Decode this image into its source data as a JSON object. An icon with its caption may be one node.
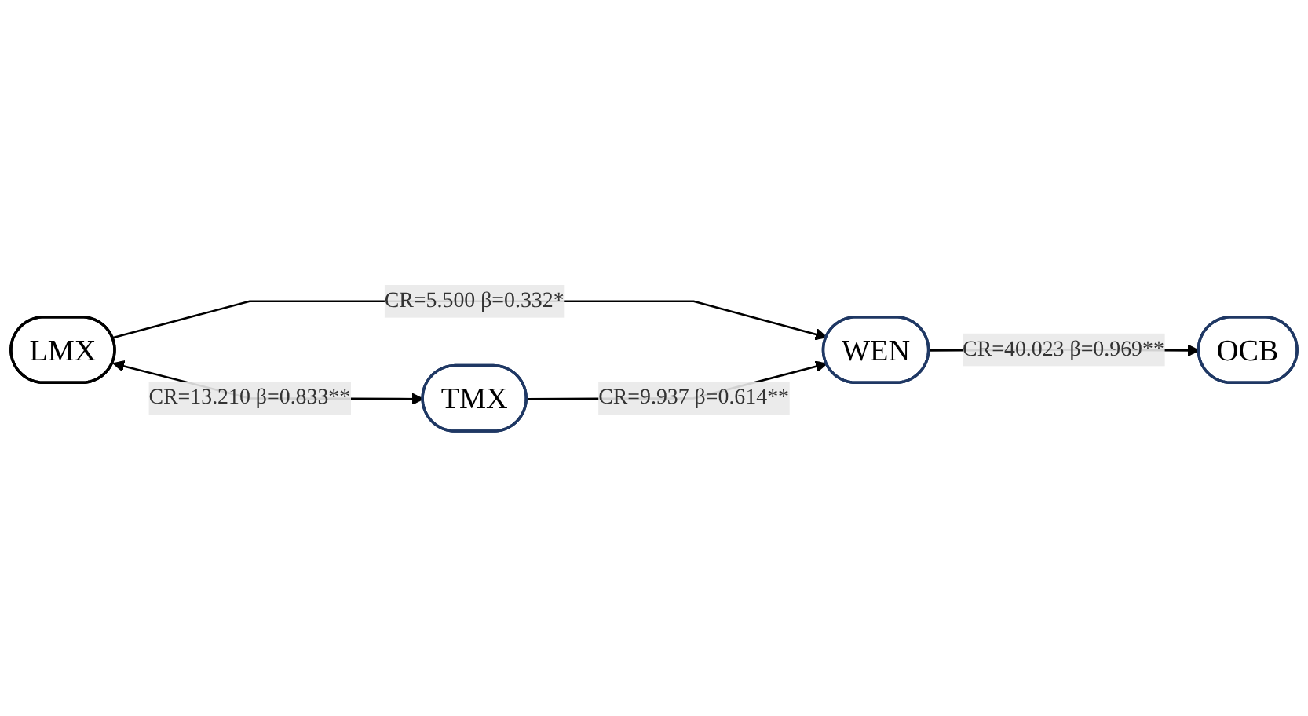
{
  "diagram": {
    "nodes": [
      {
        "text": [
          "LMX"
        ]
      },
      {
        "text": [
          "WEN"
        ]
      },
      {
        "text": [
          "OCB"
        ]
      },
      {
        "text": [
          "TMX"
        ]
      }
    ],
    "edges": [
      {
        "from": 0,
        "to": 1,
        "arrow": "to",
        "label": "CR=5.500 β=0.332*"
      },
      {
        "from": 0,
        "to": 3,
        "arrow": "both",
        "label": "CR=13.210 β=0.833**"
      },
      {
        "from": 3,
        "to": 1,
        "arrow": "to",
        "label": "CR=9.937 β=0.614**"
      },
      {
        "from": 1,
        "to": 2,
        "arrow": "to",
        "label": "CR=40.023 β=0.969**"
      }
    ]
  }
}
